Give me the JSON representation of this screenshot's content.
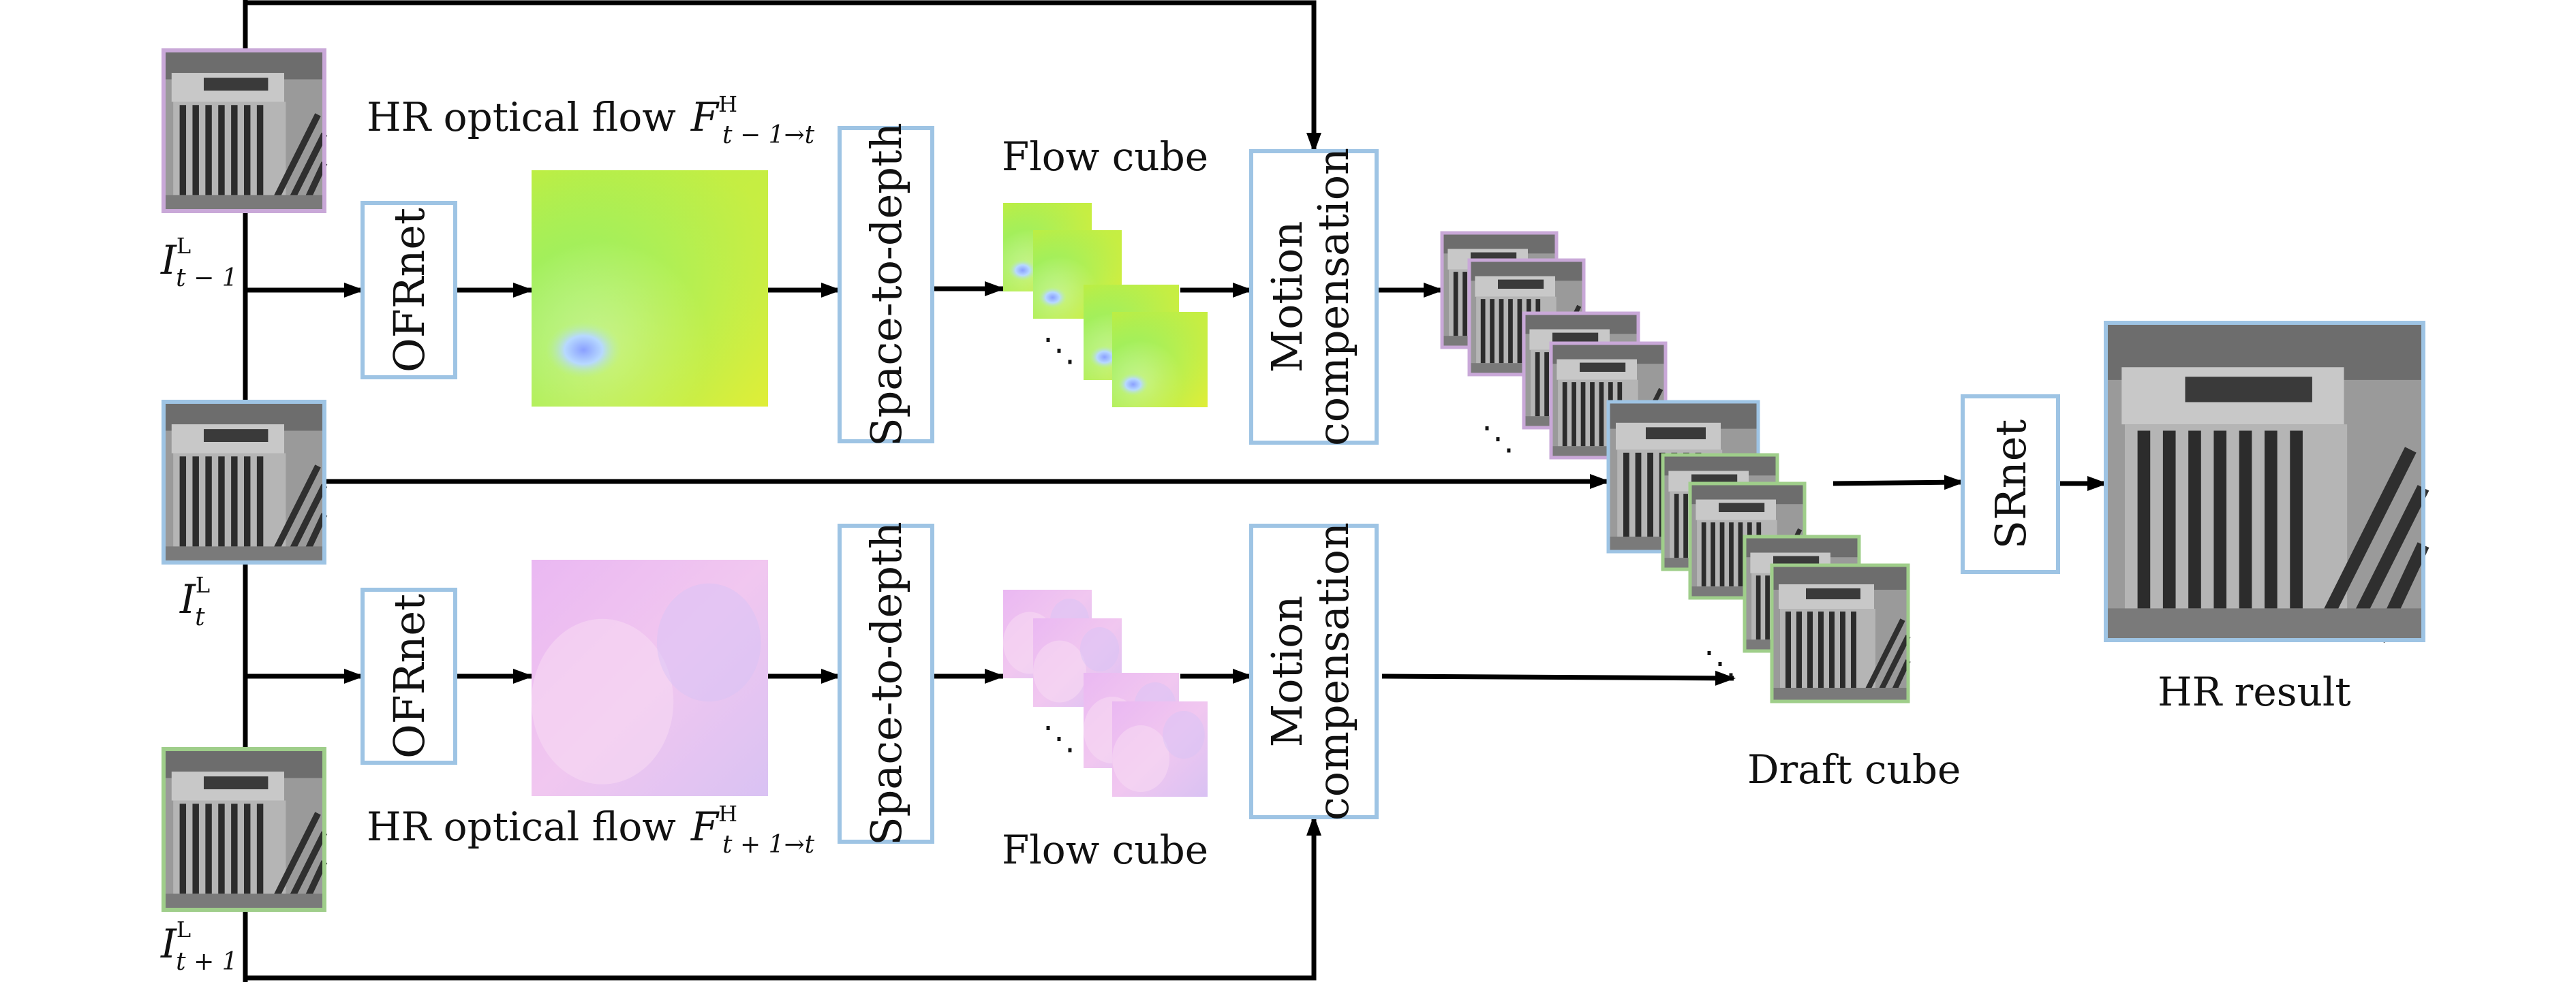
{
  "frames": {
    "prev": {
      "symbol": "I",
      "sup": "L",
      "sub": "t − 1"
    },
    "curr": {
      "symbol": "I",
      "sup": "L",
      "sub": "t"
    },
    "next": {
      "symbol": "I",
      "sup": "L",
      "sub": "t + 1"
    }
  },
  "blocks": {
    "ofrnet_top": "OFRnet",
    "ofrnet_bottom": "OFRnet",
    "s2d_top": "Space-to-depth",
    "s2d_bottom": "Space-to-depth",
    "mc_top_line1": "Motion",
    "mc_top_line2": "compensation",
    "mc_bottom_line1": "Motion",
    "mc_bottom_line2": "compensation",
    "srnet": "SRnet"
  },
  "labels": {
    "flow_top_prefix": "HR optical flow",
    "flow_top_symbol": "F",
    "flow_top_sup": "H",
    "flow_top_sub": "t − 1→t",
    "flow_bottom_prefix": "HR optical flow",
    "flow_bottom_symbol": "F",
    "flow_bottom_sup": "H",
    "flow_bottom_sub": "t + 1→t",
    "flow_cube_top": "Flow cube",
    "flow_cube_bottom": "Flow cube",
    "draft_cube": "Draft cube",
    "hr_result": "HR result",
    "ellipsis": "⋱"
  },
  "colors": {
    "prev_frame_border": "#c9a8d8",
    "curr_frame_border": "#9ec4e4",
    "next_frame_border": "#9fce8a",
    "block_border": "#9ec4e4",
    "arrow": "#000000"
  }
}
